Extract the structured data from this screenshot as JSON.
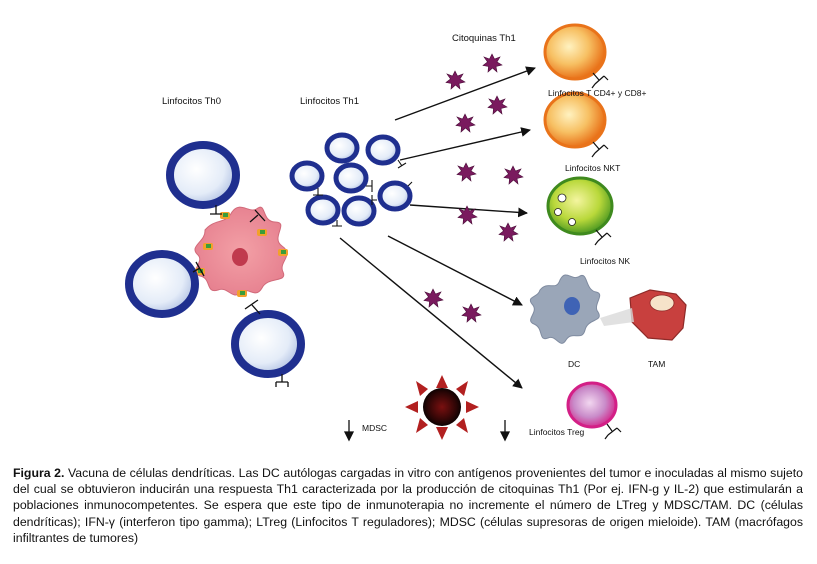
{
  "labels": {
    "th0": "Linfocitos Th0",
    "th1": "Linfocitos Th1",
    "cytokines": "Citoquinas Th1",
    "cd4cd8": "Linfocitos T CD4+ y CD8+",
    "nkt": "Linfocitos NKT",
    "nk": "Linfocitos NK",
    "dc": "DC",
    "tam": "TAM",
    "mdsc": "MDSC",
    "treg": "Linfocitos Treg"
  },
  "caption": {
    "label": "Figura 2.",
    "text": " Vacuna de células dendríticas. Las DC autólogas cargadas in vitro con antígenos provenientes del tumor e inoculadas al mismo sujeto del cual se obtuvieron inducirán una respuesta Th1 caracterizada por la producción de citoquinas Th1 (Por ej. IFN-g y IL-2) que estimularán a poblaciones inmunocompetentes. Se espera que este tipo de inmunoterapia no incremente el número de LTreg y MDSC/TAM. DC (células dendríticas); IFN-γ (interferon tipo gamma); LTreg (Linfocitos T reguladores); MDSC (células supresoras de origen mieloide). TAM (macrófagos infiltrantes de tumores)"
  },
  "colors": {
    "tcell_ring": "#1f2f8f",
    "dendritic": "#e98b95",
    "cytokine": "#7a1a5e",
    "cd4cd8": "#f07f1e",
    "nkt": "#f08a1a",
    "nk": "#6cb52e",
    "dc_grey": "#9aa6b8",
    "tam_red": "#c8403e",
    "treg": "#d9268b",
    "mdsc_star": "#b22020"
  }
}
